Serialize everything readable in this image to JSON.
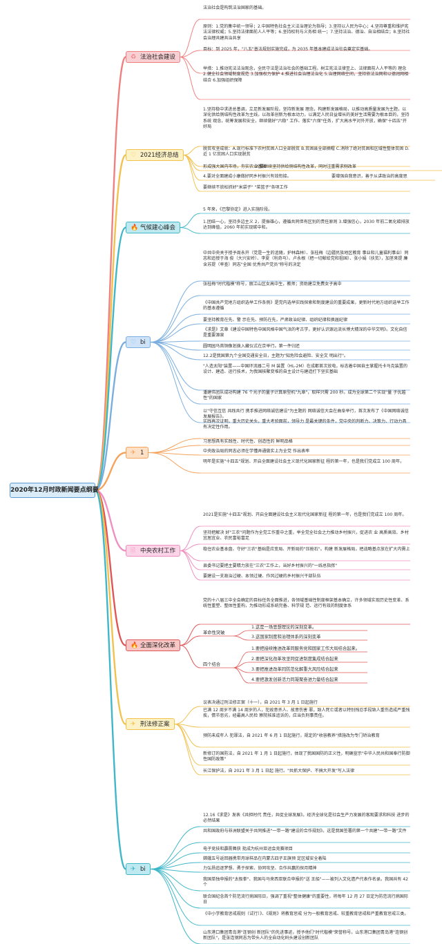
{
  "root": {
    "label": "2020年12月时政新闻要点纲要"
  },
  "branches": [
    {
      "label": "法治社会建设",
      "icon": "♻",
      "icon_name": "recycle-icon",
      "fill": "#f8d0d4",
      "line": "#f08080",
      "items": [
        "法治社会是构筑法治国家的基础。",
        "原则：1.党的集中统一领导；2.中国特色社会主义法治理论为指导；3.坚持以人民为中心；4.坚持尊重和维护宪法法律权威；5.坚持法律面前人人平等；6.坚持权利与义务相 统一；7.坚持法治、德治、自治相结合；8.坚持社会治理共建共治共享",
        "目标：到 2025 年，\"八五\"普法规划实施完成，为 2035 年基本建成法治社会奠定实基础。",
        "举措：1.推动宪法法治观念，全民守法是法治社会的基础工程。树立宪法法律至上、法律面前人人平等的 理念 2.健全社会领域制度规范 3.加强权力保护 4.推进社会治理法治化 5.治理网络空间，坚持依法治网和以德润网相结合 6.加强组织保障"
      ]
    },
    {
      "label": "2021经济总结",
      "icon": "♡",
      "icon_name": "heart-icon",
      "fill": "#fdf2c6",
      "line": "#f2c14e",
      "items": [
        "1.坚持稳中求进总基调，立足新发展阶段，坚持新发展 理念，构建新发展格局，以推动高质量发展为主题，以深化供给侧结构性改革为主线，以改革创新为根本动力，以满足人民日益增长的美好生活需要为根本目的，坚持系统 观念，统筹发展和安全，继续做好\"六稳\" 工作、落实\"六保\"任务，扩大高水平对外开放，确保\"十四五\"开好局",
        "脱贫攻坚成就：A.现行标准下农村贫困人口全部脱贫 B.贫困县全部摘帽 C.消除了绝对贫困和区域性整体贫困 D.近 1 亿贫困人口实现脱贫",
        "形成强大国内市场，夯实农业基础",
        "2.要继续坚持供给侧结构性改革，同时注重需求侧改革",
        "4.要对全面建成小康做好同乡村振兴有效衔接。",
        "要增强自我意识，善于从讲政治的高度思",
        "要继续不放松抓好\"米袋子\" \"菜篮子\"各项工作"
      ]
    },
    {
      "label": "气候建心峰会",
      "icon": "🔥",
      "icon_name": "flame-icon",
      "fill": "#bfe9f0",
      "line": "#3fb7c9",
      "items": [
        "5 年来，《巴黎协定》进入实施阶段。",
        "1.团结一心，坚持多边主义 2，提振雄心，遵循共同但有区别的责任原则 3.增强信心，2030 年前二氧化碳排放达到峰值，2060 年前实现碳中和。"
      ]
    },
    {
      "label": "bi",
      "icon": "♡",
      "icon_name": "heart-icon",
      "fill": "#cfe3f8",
      "line": "#7aaee0",
      "items": [
        "中共中央关于授予周永开（党是一生的追随，护林森林）、张桂梅（边疆民族地区教育 事业和儿童福利事业）同志和追授于海 俊（大兴安岭）、李夏（利奇马）、卢永根（把一切献给党和祖国）、张小娟（扶贫），加茎来提 廉含苏提（率查）同志\"全国 优秀共产党员\"称号的决定",
        "张桂梅\"时代楷模\"称号，丽江山区女高中生，教师；资助建立免费女子高中",
        "《中国共产党地方组织选举工作条例》是党内选举实践探索和制度建设的重要成果，更新时代地方组织选举工作的基本遵循",
        "要坚持教育在先、警 示在先、预防在先，严肃政治纪律、组织纪律和换届纪律",
        "《求是》文章《建设中国特色中国风格中国气派的考古学，更好认识源远流长博大精深的中华文明》。文化自信是重要源泉",
        "圆明园马首铜像划拨入藏仪式在京举行。第一件归还",
        "12.2是我国第九个全国交通安全日，主题为\"知危险会避险、安全文 明出行\"。",
        "\"人造太阳\"装置——中国环流器二号 M 装置（HL-2M）在成都首次放电，标志着中国自主掌握托卡马克装置的设计、建造、运行技术，为我国核聚变堆的自主设计与建造打下坚实基础",
        "潘建伟团队成功构建 76 个光子的量子计算原型机\"九章\"，取样只需 200 秒。成为全球第二个实现\"量 子优越性\"的国家",
        "以\"守信互信 共践共行 携手推进网络诚信建设\"为主题的 网络诚信大会在曲阜举行，首次发布了《中国网络诚信发展报告》。"
      ]
    },
    {
      "label": "1",
      "icon": "✈",
      "icon_name": "paper-plane-icon",
      "fill": "#fde0c6",
      "line": "#f5a25a",
      "items": [
        "实践再次证明，重大历史关头，重大考验面前，领导力 是最关键的条件，党中央的判断力、决策力、行动力具有决定性作用。",
        "习思想具有实践性、时代性、创造性的 鲜明品格",
        "中央政治局的同志必须在学懂弄通做实上为全党 作出表率",
        "明年是实施\"十四五\"规划、开启全面建设社会主义现代化国家新征 程的第一年，也是我们党成立 100 周年。"
      ]
    },
    {
      "label": "中央农村工作",
      "icon": "🗎",
      "icon_name": "document-icon",
      "fill": "#fcd4e8",
      "line": "#f08fbf",
      "items": [
        "2021是实施\"十四五\"规划、开启全面建设社会主义现代化国家新征 程的第一年，也是我们党成立 100 周年。",
        "坚持把解决 好\"三农\"问题作为全党工作重中之重，举全党全社会之力推动乡村振兴，促进农 业 高质高效、乡村宜居宜业、农民富裕富足",
        "稳住农业基本盘、守好\"三农\"基础是应变局、开新局的\"压舱石\"。构建 新发展格局，把战略基点放在扩大内需上",
        "县委书记要把主要精力放在\"三农\"工作上，当好乡村振兴的\"一线总指挥\"",
        "要建设一支政治过硬、本领过硬、作风过硬的乡村振兴干部队伍"
      ]
    },
    {
      "label": "全面深化改革",
      "icon": "🔥",
      "icon_name": "flame-icon",
      "fill": "#f9c6c6",
      "line": "#e05555",
      "items": [
        "党的十八届三中全会确定的目标任务全面推进，各领域基础性制度框架基本确立，许多领域实现历史性变革、系统性重塑、整体性重构，为推动形成系统完备、科学规 范、运行有效的制度体系"
      ],
      "groups": [
        {
          "label": "革命性突破",
          "items": [
            "1.这是一场思想理论的深刻变革。",
            "3.这国家制度和治理体系的深刻变革"
          ]
        },
        {
          "label": "四个结合",
          "items": [
            "1.要把接续推进改革同服务党和国家工作大局结合起来。",
            "2.要把深化改革攻坚同促进制度集成结合起来",
            "3.要把推进改革同防范化解重大风险结合起来",
            "4.要把激发创新活力同凝聚奋进力量结合起来"
          ]
        }
      ]
    },
    {
      "label": "刑法修正案",
      "icon": "✈",
      "icon_name": "paper-plane-icon",
      "fill": "#fdf2c6",
      "line": "#f2c14e",
      "items": [
        "议表决通过刑法修正案（十一），自 2021 年 3 月 1 日起施行",
        "已满 12 周岁不满 14 周岁的人，犯故意杀人、故意伤害 罪，致人死亡或者以特别残忍手段致人重伤造成严重残疾，情节恶劣，经最高人民检 察院核准追诉的，应当负刑事责任。",
        "预防未成年人 犯罪法，自 2021 年 6 月 1 日起施行，规定的\"收容教养\"措施改为专门矫治教育",
        "新修订的国防法，自 2021 年 1 月 1 日起施行，体现了我国国防的正义性，明确宣示\"中华人民共和国奉行防御性国防政策\"",
        "长江保护法，自 2021 年 3 月 1 日起 施行。\"共抓大保护、不搞大开发\"写入法律"
      ]
    },
    {
      "label": "bi",
      "icon": "✈",
      "icon_name": "paper-plane-icon",
      "fill": "#bfe9f0",
      "line": "#3fb7c9",
      "items": [
        "12.16《求是》发表《共担时代 责任，共促全球发展》。经济全球化是社会生产力发展的客观要求和科技 进步的必然结果",
        "共和国政府与非洲联盟关于共同推进\"一带一路\"建设的合作规划》。这是我国签署的第一个共建\"一带一路\"文件",
        "电子竞技和霹雳舞获 批成为杭州亚运会竞赛项目",
        "嫦娥五号返回器携带月球样品在内蒙古四子王旗预 定区域安全着陆",
        "力弘扬追逐梦想、勇于探索、协同攻坚、合作共赢的探月精神",
        "我国单独申报的\"太极拳\"、我国与马来西亚联合申报的\"送 王船\"——被列入文化遗产代表作名录。我国共有 42 个",
        "联合国纪念首个防范流行病国际日，强调了重视\"整体健康\"的重要性，将每年 12 月 27 日定为防范流行病国际日",
        "《中小学教育惩戒规则（试行）》、《规则》将教育惩戒 分为一般教育惩戒、较重教育惩戒和严重教育惩戒三类。",
        "山东港口集团青岛港\"连钢创 新团队\"的先进事迹，授予他们\"时代楷模\"荣誉称号。山东港口集团青岛港\"连钢创 新团队\"，是张连钢同志为带头人的全自动化码头建设创新团队"
      ]
    }
  ]
}
